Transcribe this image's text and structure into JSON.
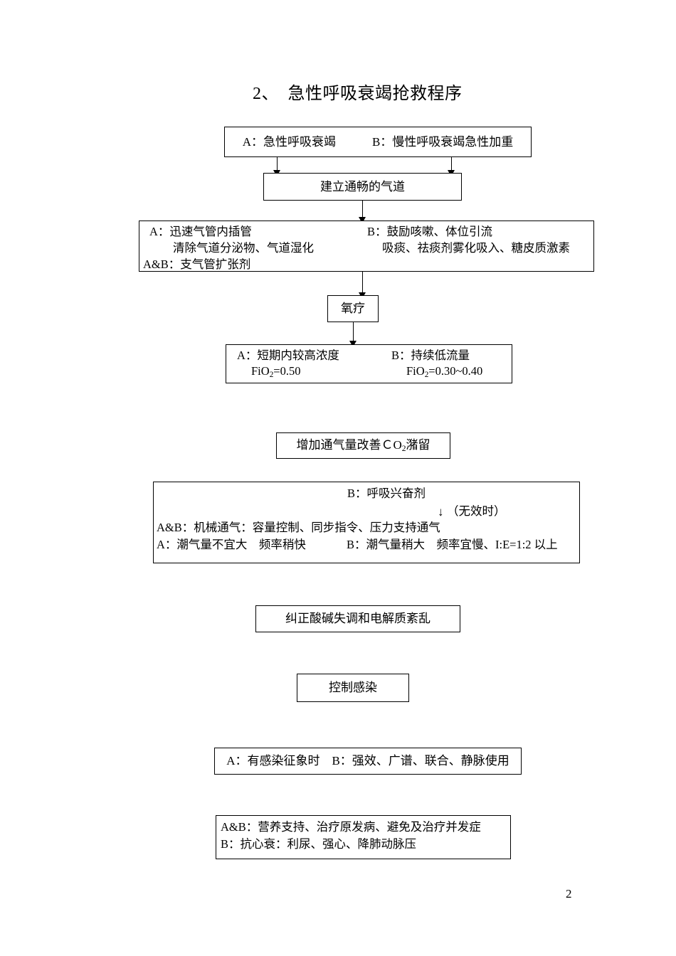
{
  "document": {
    "title": "2、　急性呼吸衰竭抢救程序",
    "page_number": "2"
  },
  "flow": {
    "box1": {
      "lines": [
        "A：急性呼吸衰竭　　　B：慢性呼吸衰竭急性加重"
      ]
    },
    "box2": {
      "lines": [
        "建立通畅的气道"
      ]
    },
    "box3": {
      "line1_left": "A：迅速气管内插管",
      "line1_right": "B：鼓励咳嗽、体位引流",
      "line2_left": "　　清除气道分泌物、气道湿化",
      "line2_right": "吸痰、祛痰剂雾化吸入、糖皮质激素",
      "line3_left": "A&B：支气管扩张剂"
    },
    "box4": {
      "lines": [
        "氧疗"
      ]
    },
    "box5": {
      "line1_left": "A：短期内较高浓度",
      "line1_right": "B：持续低流量",
      "line2_left_prefix": "FiO",
      "line2_left_sub": "2",
      "line2_left_suffix": "=0.50",
      "line2_right_prefix": "FiO",
      "line2_right_sub": "2",
      "line2_right_suffix": "=0.30~0.40"
    },
    "box6": {
      "text_prefix": "增加通气量改善ＣO",
      "text_sub": "2",
      "text_suffix": "潴留"
    },
    "box7": {
      "line1": "B：呼吸兴奋剂",
      "line2_arrow": "↓",
      "line2_note": "（无效时）",
      "line3": "A&B：机械通气：容量控制、同步指令、压力支持通气",
      "line4_left": "A：潮气量不宜大　频率稍快",
      "line4_right": "B：潮气量稍大　频率宜慢、I:E=1:2 以上"
    },
    "box8": {
      "lines": [
        "纠正酸碱失调和电解质紊乱"
      ]
    },
    "box9": {
      "lines": [
        "控制感染"
      ]
    },
    "box10": {
      "lines": [
        "A：有感染征象时　B：强效、广谱、联合、静脉使用"
      ]
    },
    "box11": {
      "line1": "A&B：营养支持、治疗原发病、避免及治疗并发症",
      "line2": "B：抗心衰：利尿、强心、降肺动脉压"
    }
  }
}
